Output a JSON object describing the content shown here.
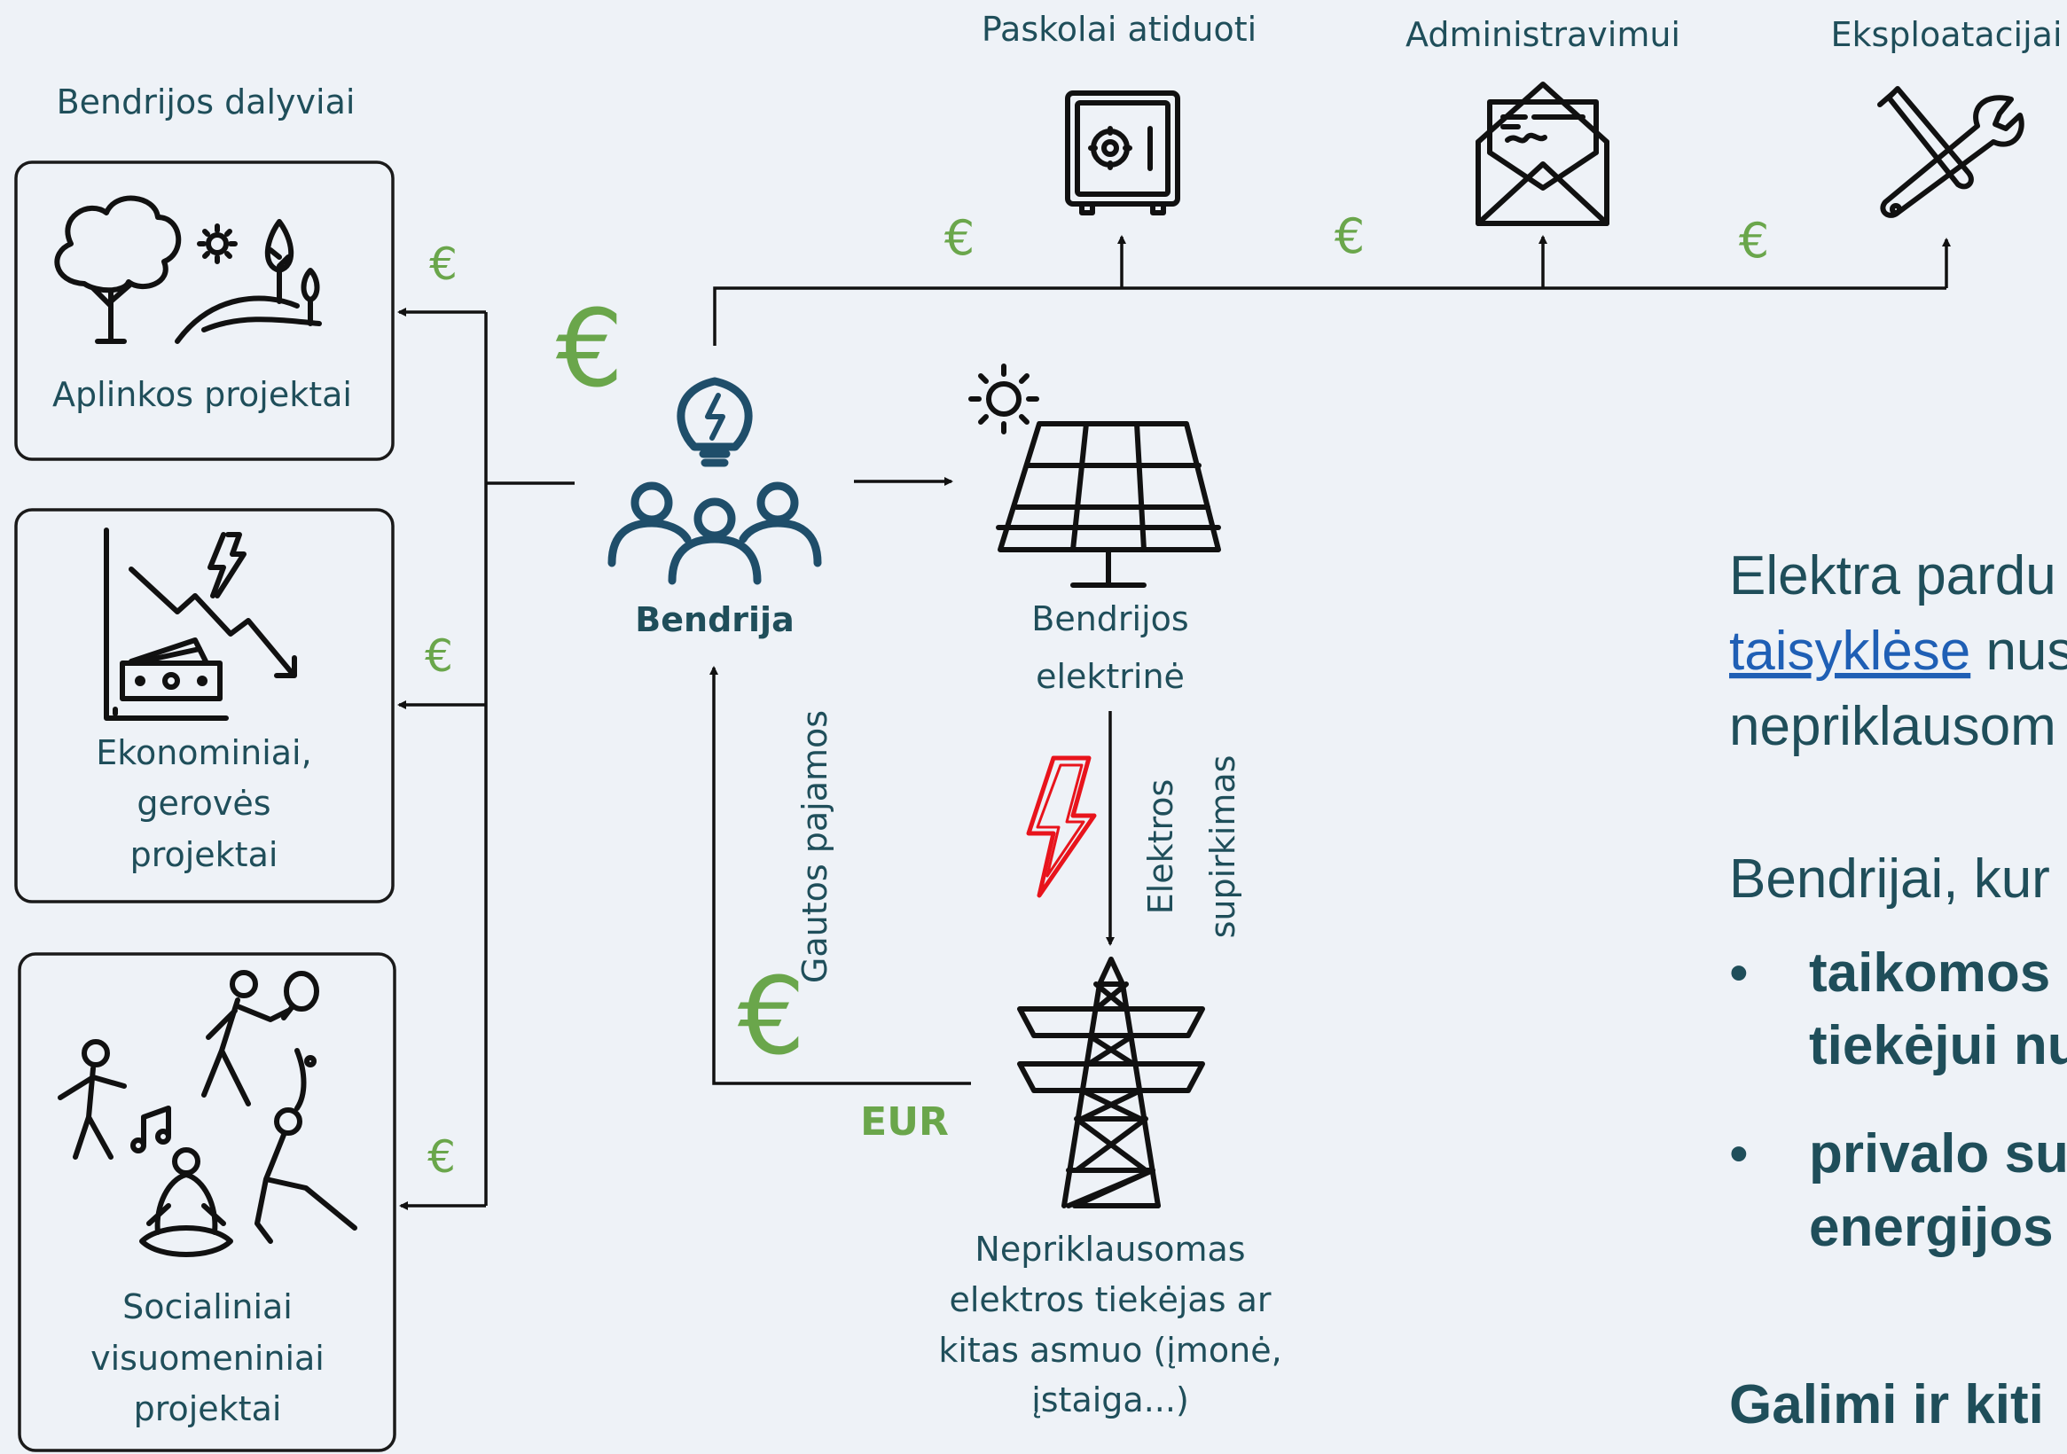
{
  "labels": {
    "participants": "Bendrijos dalyviai",
    "env_projects": "Aplinkos projektai",
    "econ_line1": "Ekonominiai,",
    "econ_line2": "gerovės",
    "econ_line3": "projektai",
    "social_line1": "Socialiniai",
    "social_line2": "visuomeniniai",
    "social_line3": "projektai",
    "community": "Bendrija",
    "plant_line1": "Bendrijos",
    "plant_line2": "elektrinė",
    "loan": "Paskolai atiduoti",
    "admin": "Administravimui",
    "operation": "Eksploatacijai",
    "income": "Gautos pajamos",
    "purchase_line1": "Elektros",
    "purchase_line2": "supirkimas",
    "eur": "EUR",
    "supplier_line1": "Nepriklausomas",
    "supplier_line2": "elektros tiekėjas ar",
    "supplier_line3": "kitas asmuo (įmonė,",
    "supplier_line4": "įstaiga...)"
  },
  "euro_symbol": "€",
  "right_panel": {
    "p1_line1": "Elektra pardu",
    "p1_link": "taisyklėse",
    "p1_line2_rest": " nus",
    "p1_line3": "nepriklausom",
    "p2": "Bendrijai, kur",
    "bullet_char": "•",
    "b1_line1": "taikomos",
    "b1_line2": "tiekėjui nu",
    "b2_line1": "privalo su",
    "b2_line2": "energijos",
    "bottom": "Galimi ir kiti"
  },
  "colors": {
    "text": "#1f4e5a",
    "euro_green": "#6aa64b",
    "link_blue": "#1f5fb5",
    "community_icon": "#1f4e6a",
    "bolt_red": "#e8141c",
    "background": "#eef2f7"
  },
  "icons": [
    "tree-landscape-icon",
    "economy-chart-icon",
    "social-activities-icon",
    "community-icon",
    "solar-panel-icon",
    "safe-icon",
    "envelope-icon",
    "tools-icon",
    "lightning-icon",
    "pylon-icon"
  ]
}
